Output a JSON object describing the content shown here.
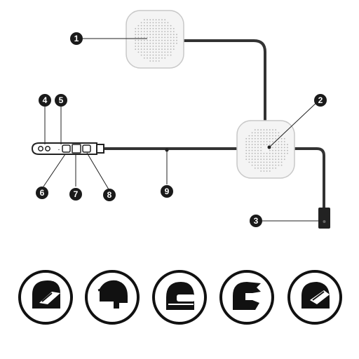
{
  "callouts": [
    {
      "id": "1",
      "label": "1"
    },
    {
      "id": "2",
      "label": "2"
    },
    {
      "id": "3",
      "label": "3"
    },
    {
      "id": "4",
      "label": "4"
    },
    {
      "id": "5",
      "label": "5"
    },
    {
      "id": "6",
      "label": "6"
    },
    {
      "id": "7",
      "label": "7"
    },
    {
      "id": "8",
      "label": "8"
    },
    {
      "id": "9",
      "label": "9"
    }
  ],
  "helmet_types": [
    {
      "icon": "helmet-visor-open-icon"
    },
    {
      "icon": "helmet-half-icon"
    },
    {
      "icon": "helmet-full-face-icon"
    },
    {
      "icon": "helmet-motocross-icon"
    },
    {
      "icon": "helmet-modular-icon"
    }
  ],
  "colors": {
    "line": "#333333",
    "callout_fill": "#1a1a1a",
    "speaker_fill": "#f4f4f4",
    "speaker_border": "#c8c8c8",
    "dot": "#b5b5b5",
    "icon": "#111111"
  }
}
